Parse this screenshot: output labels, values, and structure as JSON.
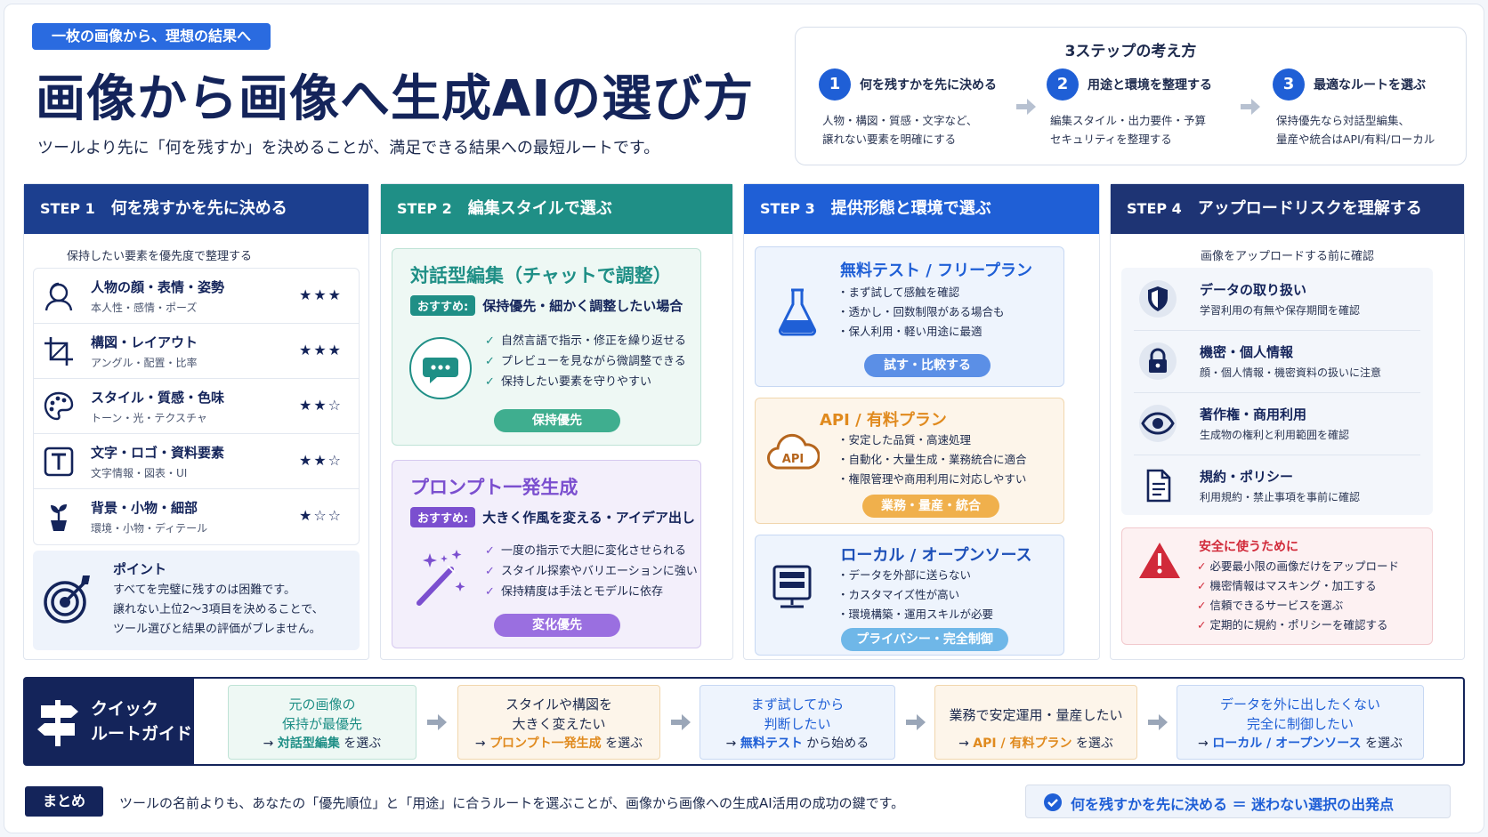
{
  "header": {
    "tag": "一枚の画像から、理想の結果へ",
    "title": "画像から画像へ生成AIの選び方",
    "subtitle": "ツールより先に「何を残すか」を決めることが、満足できる結果への最短ルートです。"
  },
  "three_steps": {
    "title": "3ステップの考え方",
    "items": [
      {
        "num": "1",
        "label": "何を残すかを先に決める",
        "desc1": "人物・構図・質感・文字など、",
        "desc2": "譲れない要素を明確にする"
      },
      {
        "num": "2",
        "label": "用途と環境を整理する",
        "desc1": "編集スタイル・出力要件・予算",
        "desc2": "セキュリティを整理する"
      },
      {
        "num": "3",
        "label": "最適なルートを選ぶ",
        "desc1": "保持優先なら対話型編集、",
        "desc2": "量産や統合はAPI/有料/ローカル"
      }
    ]
  },
  "step1": {
    "num": "STEP 1",
    "title": "何を残すかを先に決める",
    "sub": "保持したい要素を優先度で整理する",
    "items": [
      {
        "icon": "person-face-icon",
        "title": "人物の顔・表情・姿勢",
        "sub": "本人性・感情・ポーズ",
        "stars": "★★★"
      },
      {
        "icon": "crop-icon",
        "title": "構図・レイアウト",
        "sub": "アングル・配置・比率",
        "stars": "★★★"
      },
      {
        "icon": "palette-icon",
        "title": "スタイル・質感・色味",
        "sub": "トーン・光・テクスチャ",
        "stars": "★★☆"
      },
      {
        "icon": "text-icon",
        "title": "文字・ロゴ・資料要素",
        "sub": "文字情報・図表・UI",
        "stars": "★★☆"
      },
      {
        "icon": "plant-icon",
        "title": "背景・小物・細部",
        "sub": "環境・小物・ディテール",
        "stars": "★☆☆"
      }
    ],
    "point": {
      "title": "ポイント",
      "line1": "すべてを完璧に残すのは困難です。",
      "line2": "譲れない上位2〜3項目を決めることで、",
      "line3": "ツール選びと結果の評価がブレません。"
    }
  },
  "step2": {
    "num": "STEP 2",
    "title": "編集スタイルで選ぶ",
    "cards": [
      {
        "title": "対話型編集（チャットで調整）",
        "badge": "おすすめ:",
        "rec": "保持優先・細かく調整したい場合",
        "checks": [
          "自然言語で指示・修正を繰り返せる",
          "プレビューを見ながら微調整できる",
          "保持したい要素を守りやすい"
        ],
        "pill": "保持優先",
        "icon": "chat-bubble-icon"
      },
      {
        "title": "プロンプト一発生成",
        "badge": "おすすめ:",
        "rec": "大きく作風を変える・アイデア出し",
        "checks": [
          "一度の指示で大胆に変化させられる",
          "スタイル探索やバリエーションに強い",
          "保持精度は手法とモデルに依存"
        ],
        "pill": "変化優先",
        "icon": "magic-wand-icon"
      }
    ]
  },
  "step3": {
    "num": "STEP 3",
    "title": "提供形態と環境で選ぶ",
    "cards": [
      {
        "title": "無料テスト / フリープラン",
        "bullets": [
          "まず試して感触を確認",
          "透かし・回数制限がある場合も",
          "保人利用・軽い用途に最適"
        ],
        "pill": "試す・比較する",
        "icon": "flask-icon"
      },
      {
        "title": "API / 有料プラン",
        "bullets": [
          "安定した品質・高速処理",
          "自動化・大量生成・業務統合に適合",
          "権限管理や商用利用に対応しやすい"
        ],
        "pill": "業務・量産・統合",
        "icon": "api-cloud-icon",
        "icon_text": "API"
      },
      {
        "title": "ローカル / オープンソース",
        "bullets": [
          "データを外部に送らない",
          "カスタマイズ性が高い",
          "環境構築・運用スキルが必要"
        ],
        "pill": "プライバシー・完全制御",
        "icon": "server-icon"
      }
    ]
  },
  "step4": {
    "num": "STEP 4",
    "title": "アップロードリスクを理解する",
    "sub": "画像をアップロードする前に確認",
    "items": [
      {
        "icon": "shield-icon",
        "title": "データの取り扱い",
        "sub": "学習利用の有無や保存期間を確認"
      },
      {
        "icon": "lock-icon",
        "title": "機密・個人情報",
        "sub": "顔・個人情報・機密資料の扱いに注意"
      },
      {
        "icon": "eye-icon",
        "title": "著作権・商用利用",
        "sub": "生成物の権利と利用範囲を確認"
      },
      {
        "icon": "document-icon",
        "title": "規約・ポリシー",
        "sub": "利用規約・禁止事項を事前に確認"
      }
    ],
    "safety": {
      "title": "安全に使うために",
      "items": [
        "必要最小限の画像だけをアップロード",
        "機密情報はマスキング・加工する",
        "信頼できるサービスを選ぶ",
        "定期的に規約・ポリシーを確認する"
      ]
    }
  },
  "quick_guide": {
    "title_line1": "クイック",
    "title_line2": "ルートガイド",
    "items": [
      {
        "line1": "元の画像の",
        "line2": "保持が最優先",
        "route": "対話型編集",
        "suffix": " を選ぶ"
      },
      {
        "line1": "スタイルや構図を",
        "line2": "大きく変えたい",
        "route": "プロンプト一発生成",
        "suffix": " を選ぶ"
      },
      {
        "line1": "まず試してから",
        "line2": "判断したい",
        "route": "無料テスト",
        "suffix": " から始める"
      },
      {
        "line1": "業務で安定運用・量産したい",
        "line2": "",
        "route": "API / 有料プラン",
        "suffix": " を選ぶ"
      },
      {
        "line1": "データを外に出したくない",
        "line2": "完全に制御したい",
        "route": "ローカル / オープンソース",
        "suffix": " を選ぶ"
      }
    ]
  },
  "summary": {
    "tag": "まとめ",
    "text": "ツールの名前よりも、あなたの「優先順位」と「用途」に合うルートを選ぶことが、画像から画像への生成AI活用の成功の鍵です。",
    "box": "何を残すかを先に決める ＝ 迷わない選択の出発点"
  },
  "colors": {
    "navy": "#14245a",
    "blue": "#1f5fd6",
    "teal": "#1f8f86",
    "purple": "#7b4fcf",
    "orange": "#e08a1e",
    "red": "#d12a3a"
  }
}
